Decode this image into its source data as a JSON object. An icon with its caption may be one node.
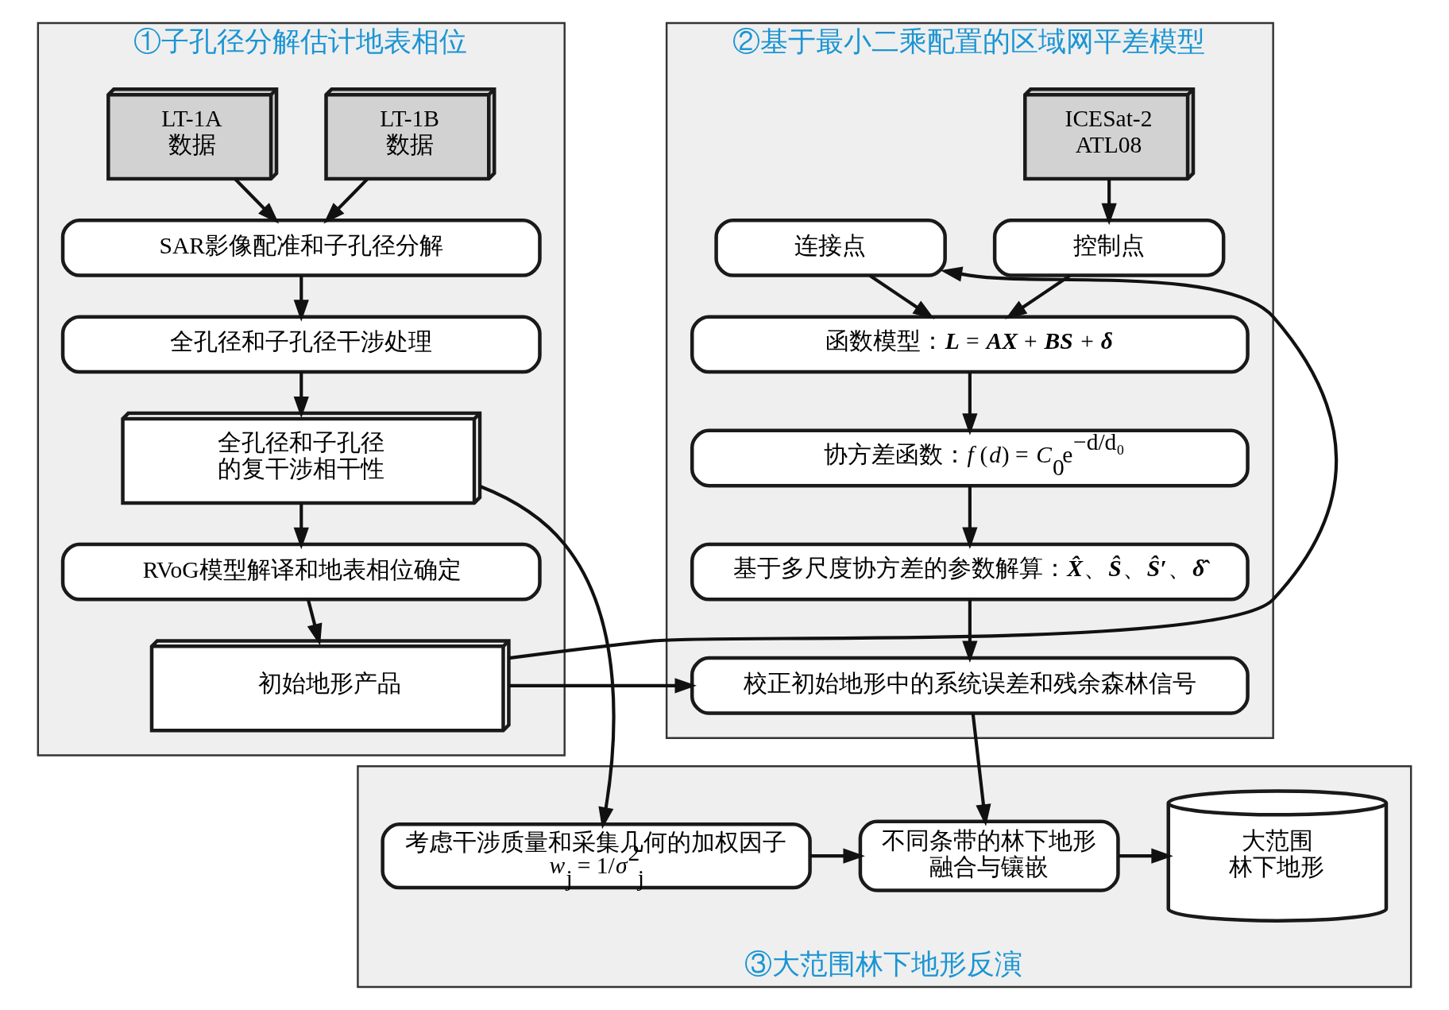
{
  "diagram": {
    "nodes": [
      {
        "text": [
          "①子孔径分解估计地表相位"
        ]
      },
      {
        "text": [
          "LT-1A 数据"
        ],
        "in": 0
      },
      {
        "text": [
          "LT-1B 数据"
        ],
        "in": 0
      },
      {
        "text": [
          "SAR影像配准和子孔径分解"
        ],
        "in": 0
      },
      {
        "text": [
          "全孔径和子孔径干涉处理"
        ],
        "in": 0
      },
      {
        "text": [
          "全孔径和子孔径的复干涉相干性"
        ],
        "in": 0
      },
      {
        "text": [
          "RVoG模型解译和地表相位确定"
        ],
        "in": 0
      },
      {
        "text": [
          "初始地形产品"
        ],
        "in": 0
      },
      {
        "text": [
          "②基于最小二乘配置的区域网平差模型"
        ]
      },
      {
        "text": [
          "ICESat-2 ATL08"
        ],
        "in": 8
      },
      {
        "text": [
          "连接点"
        ],
        "in": 8
      },
      {
        "text": [
          "控制点"
        ],
        "in": 8
      },
      {
        "text": [
          "函数模型：**L** = **AX** + **BS** + **δ**"
        ],
        "in": 8
      },
      {
        "text": [
          "协方差函数：*f* (*d*) = *C*$_{0}$e$^{−d/d₀}$"
        ],
        "in": 8
      },
      {
        "text": [
          "基于多尺度协方差的参数解算：**X̂**、**Ŝ**、**Ŝ′**、**δ̂**"
        ],
        "in": 8
      },
      {
        "text": [
          "校正初始地形中的系统误差和残余森林信号"
        ],
        "in": 8
      },
      {
        "text": [
          "③大范围林下地形反演"
        ]
      },
      {
        "text": [
          "考虑干涉质量和采集几何的加权因子",
          "*w*$_{j}$ = 1/*σ*$^{2}$$_{j}$"
        ],
        "in": 16
      },
      {
        "text": [
          "不同条带的林下地形融合与镶嵌"
        ],
        "in": 16
      },
      {
        "text": [
          "大范围林下地形"
        ],
        "in": 16
      }
    ],
    "edges": [
      {
        "from": 1,
        "to": 3,
        "arrow": "to"
      },
      {
        "from": 2,
        "to": 3,
        "arrow": "to"
      },
      {
        "from": 3,
        "to": 4,
        "arrow": "to"
      },
      {
        "from": 4,
        "to": 5,
        "arrow": "to"
      },
      {
        "from": 5,
        "to": 6,
        "arrow": "to"
      },
      {
        "from": 6,
        "to": 7,
        "arrow": "to"
      },
      {
        "from": 7,
        "to": 10,
        "arrow": "to"
      },
      {
        "from": 7,
        "to": 15,
        "arrow": "to"
      },
      {
        "from": 9,
        "to": 11,
        "arrow": "to"
      },
      {
        "from": 10,
        "to": 12,
        "arrow": "to"
      },
      {
        "from": 11,
        "to": 12,
        "arrow": "to"
      },
      {
        "from": 12,
        "to": 13,
        "arrow": "to"
      },
      {
        "from": 13,
        "to": 14,
        "arrow": "to"
      },
      {
        "from": 14,
        "to": 15,
        "arrow": "to"
      },
      {
        "from": 15,
        "to": 18,
        "arrow": "to"
      },
      {
        "from": 5,
        "to": 17,
        "arrow": "to"
      },
      {
        "from": 17,
        "to": 18,
        "arrow": "to"
      },
      {
        "from": 18,
        "to": 19,
        "arrow": "to"
      }
    ]
  }
}
